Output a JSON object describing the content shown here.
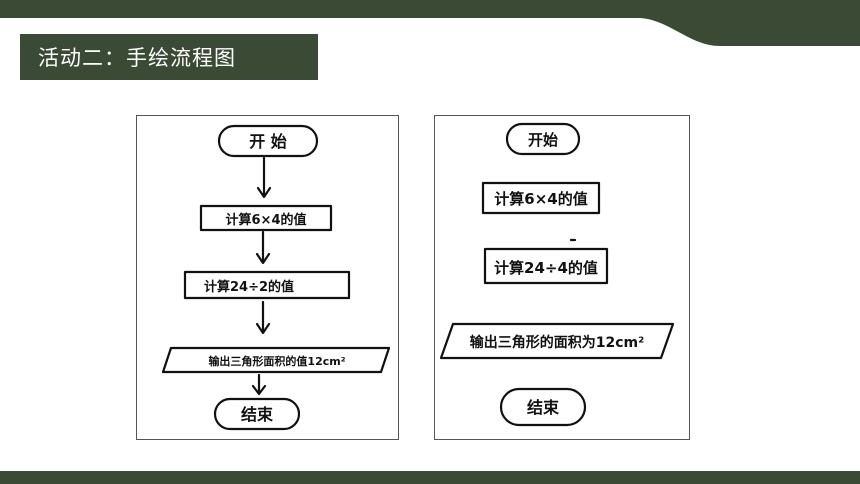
{
  "slide": {
    "title": "活动二：手绘流程图",
    "colors": {
      "accent": "#3b4a35",
      "band": "#3b4a35",
      "background": "#ffffff"
    }
  },
  "left_flowchart": {
    "start": "开 始",
    "step1": "计算6×4的值",
    "step2": "计算24÷2的值",
    "output": "输出三角形面积的值12cm²",
    "end": "结束"
  },
  "right_flowchart": {
    "start": "开始",
    "step1": "计算6×4的值",
    "step2": "计算24÷4的值",
    "output": "输出三角形的面积为12cm²",
    "end": "结束"
  }
}
